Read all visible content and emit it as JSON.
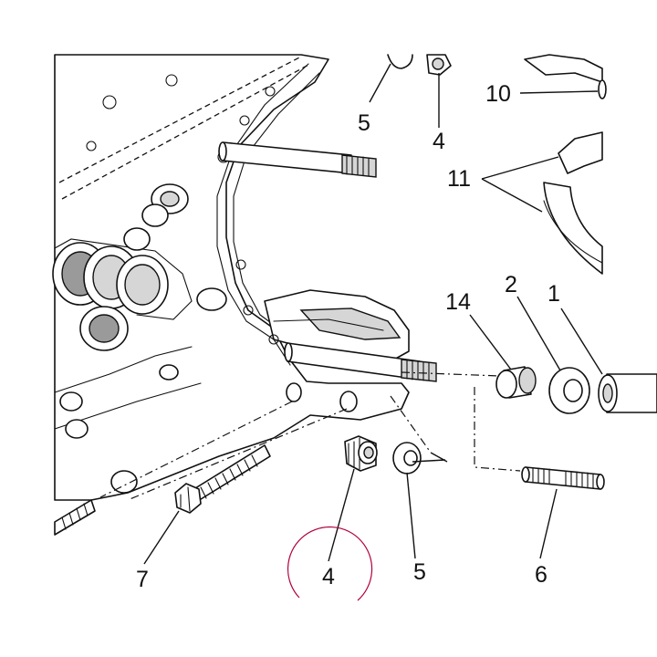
{
  "callouts": {
    "c1": "1",
    "c2": "2",
    "c4_top": "4",
    "c4_bottom": "4",
    "c5_top": "5",
    "c5_bottom": "5",
    "c6": "6",
    "c7": "7",
    "c10": "10",
    "c11": "11",
    "c14": "14"
  },
  "highlight_color": "#b0003a"
}
